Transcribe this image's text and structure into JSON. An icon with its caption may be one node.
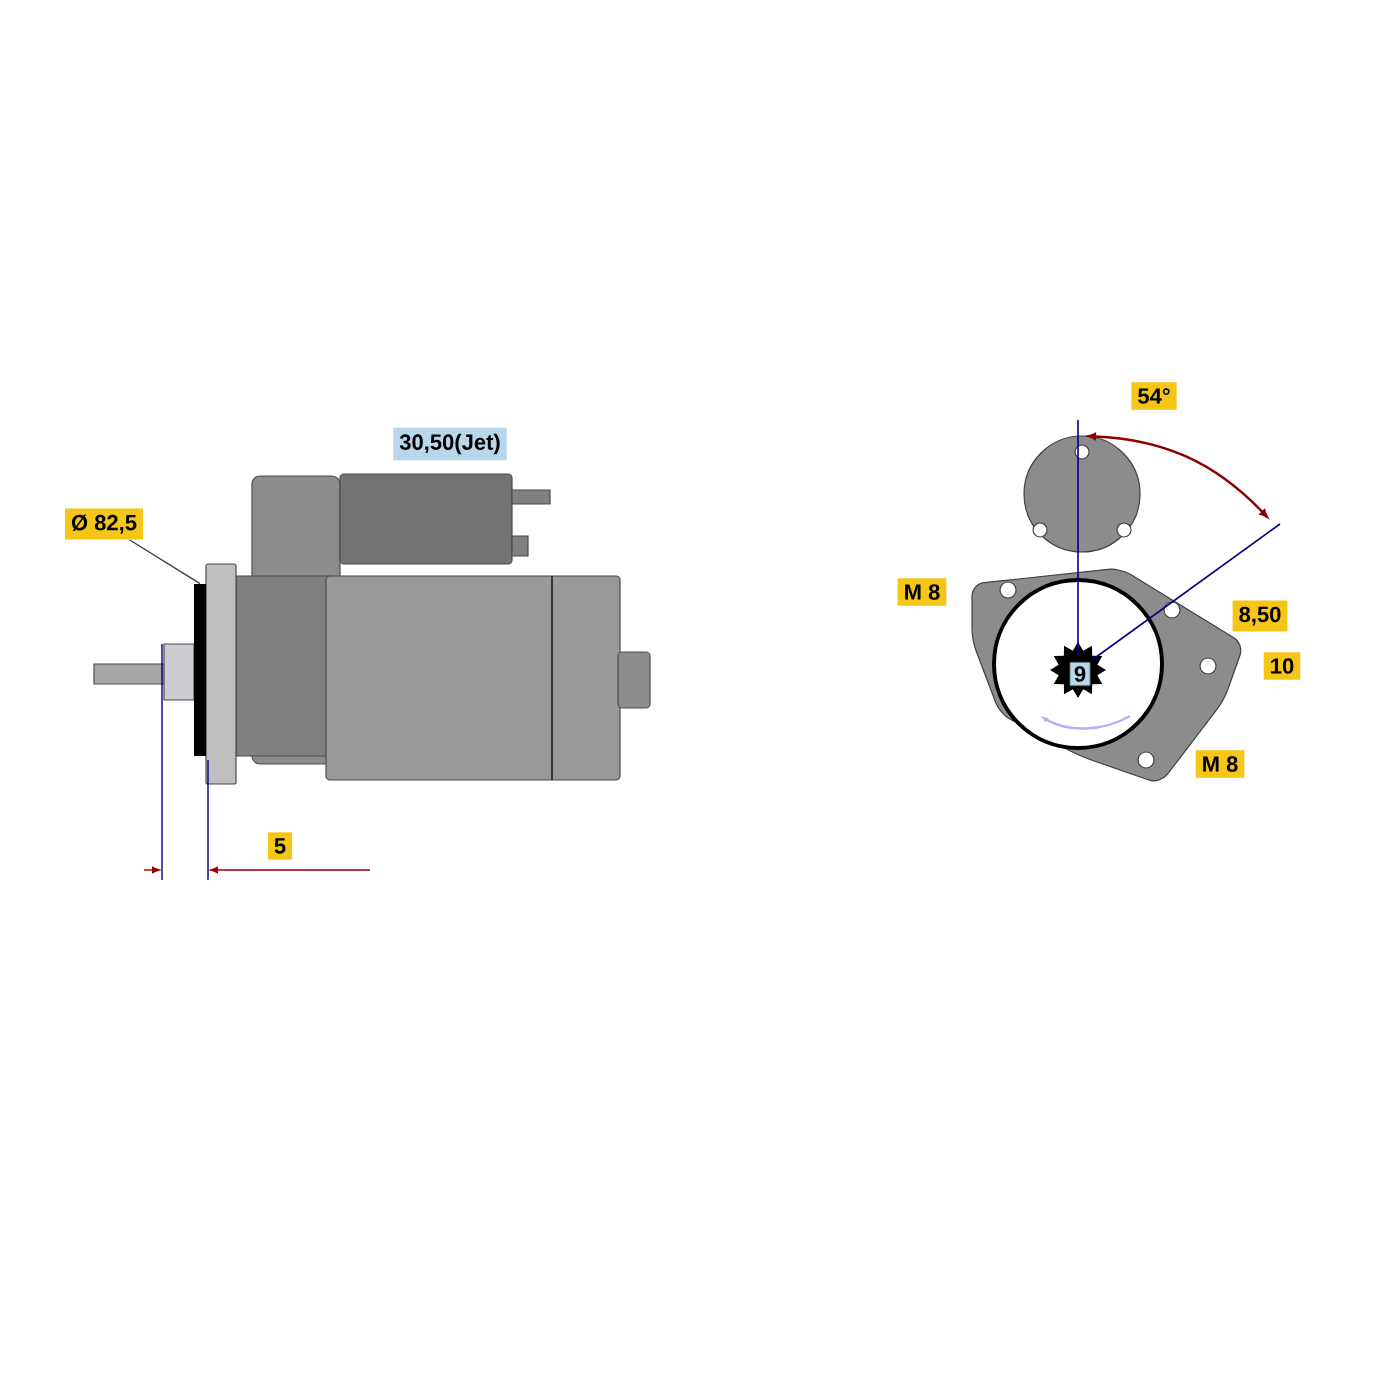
{
  "diagram": {
    "nodes": [
      {
        "text": [
          "Ø 82,5"
        ]
      },
      {
        "text": [],
        "shape": "bar"
      }
    ],
    "edges": [
      {
        "from": 0,
        "to": 1,
        "arrow": "none"
      }
    ],
    "labels": [
      "30,50(Jet)",
      "5",
      "54°",
      "M 8",
      "8,50",
      "10",
      "9",
      "M 8"
    ]
  }
}
